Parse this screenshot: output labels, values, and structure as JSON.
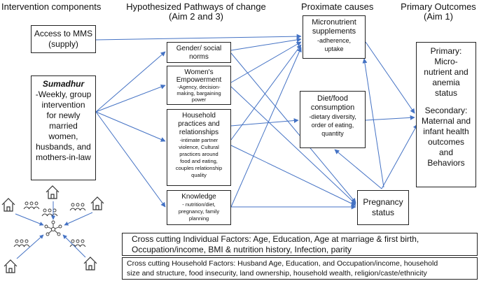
{
  "headers": {
    "components": "Intervention components",
    "pathways_line1": "Hypothesized Pathways of change",
    "pathways_line2": "(Aim 2 and 3)",
    "proximate": "Proximate causes",
    "outcomes_line1": "Primary Outcomes",
    "outcomes_line2": "(Aim 1)"
  },
  "access": {
    "line1": "Access to MMS",
    "line2": "(supply)"
  },
  "sumadhur": {
    "title": "Sumadhur",
    "lines": [
      "-Weekly, group",
      "intervention",
      "for newly",
      "married",
      "women,",
      "husbands, and",
      "mothers-in-law"
    ]
  },
  "pathways": {
    "gender": {
      "line1": "Gender/ social",
      "line2": "norms"
    },
    "women": {
      "title1": "Women's",
      "title2": "Empowerment",
      "sub1": "-Agency, decision-",
      "sub2": "making, bargaining",
      "sub3": "power"
    },
    "household": {
      "title": [
        "Household",
        "practices and",
        "relationships"
      ],
      "sub": [
        "-intimate partner",
        "violence, Cultural",
        "practices around",
        "food and eating,",
        "couples relationship",
        "quality"
      ]
    },
    "knowledge": {
      "title": "Knowledge",
      "sub": [
        "- nutrition/diet,",
        "pregnancy, family",
        "planning"
      ]
    }
  },
  "proximate": {
    "micro": {
      "title": [
        "Micronutrient",
        "supplements"
      ],
      "sub": [
        "-adherence,",
        "uptake"
      ]
    },
    "diet": {
      "title": [
        "Diet/food",
        "consumption"
      ],
      "sub": [
        "-dietary diversity,",
        "order of eating,",
        "quantity"
      ]
    },
    "pregnancy": {
      "line1": "Pregnancy",
      "line2": "status"
    }
  },
  "outcomes": {
    "lines": [
      "Primary:",
      "Micro-",
      "nutrient and",
      "anemia",
      "status",
      "",
      "Secondary:",
      "Maternal and",
      "infant health",
      "outcomes",
      "and",
      "Behaviors"
    ]
  },
  "cross": {
    "individual": [
      "Cross cutting Individual Factors: Age, Education, Age at marriage & first birth,",
      "Occupation/income, BMI & nutrition history, Infection, parity"
    ],
    "household": [
      "Cross cutting Household Factors: Husband Age, Education, and Occupation/income, household",
      "size and structure, food insecurity,  land ownership, household wealth, religion/caste/ethnicity"
    ]
  },
  "icons": {
    "house": "house-icon",
    "people": "people-group-icon",
    "network": "network-hub-icon"
  }
}
